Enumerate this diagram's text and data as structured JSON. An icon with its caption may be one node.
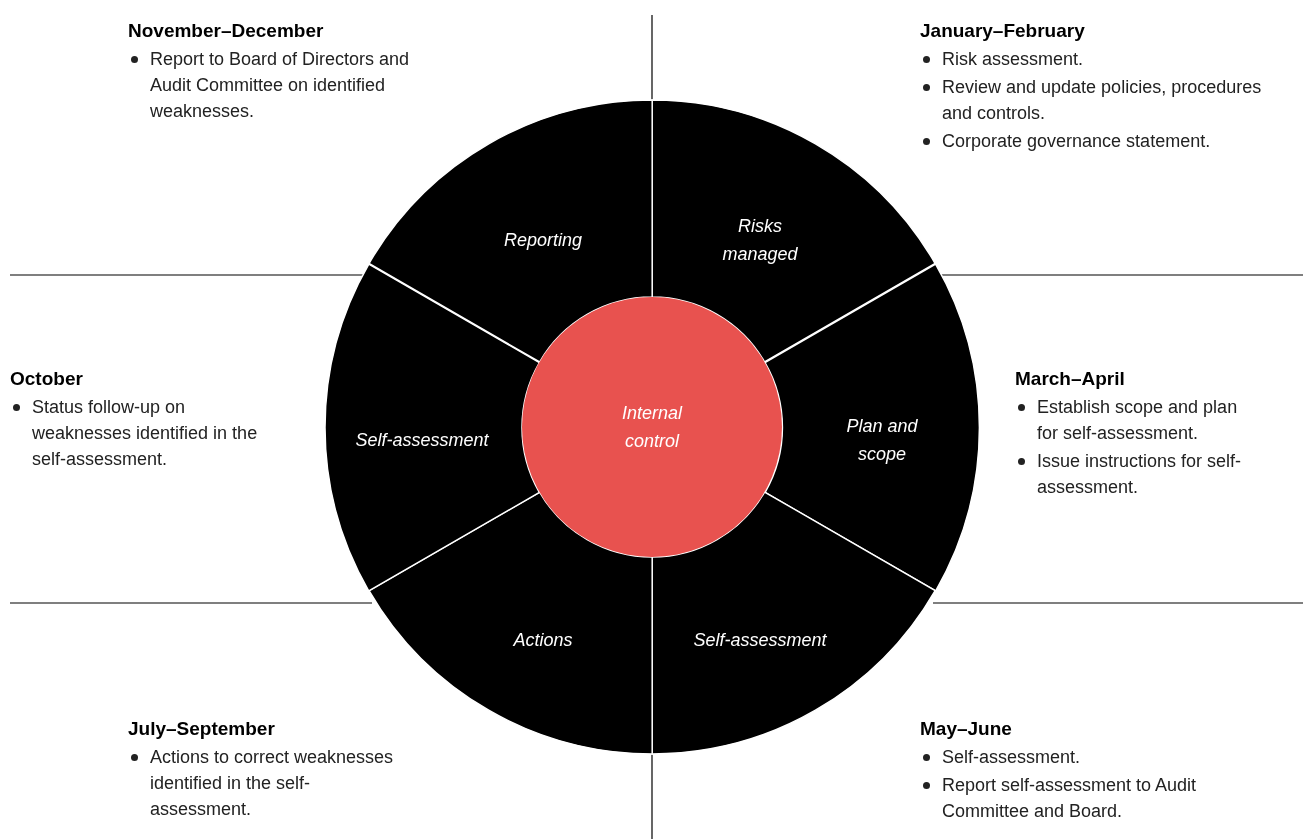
{
  "diagram": {
    "nodes": [
      {
        "text": [
          "Internal control"
        ]
      },
      {
        "text": [
          "Risks managed"
        ]
      },
      {
        "text": [
          "Plan and scope"
        ]
      },
      {
        "text": [
          "Self-assessment"
        ]
      },
      {
        "text": [
          "Actions"
        ]
      },
      {
        "text": [
          "Self-assessment"
        ]
      },
      {
        "text": [
          "Reporting"
        ]
      }
    ],
    "labels": [
      "November–December",
      "Report to Board of Directors and Audit Committee on identified weaknesses.",
      "January–February",
      "Risk assessment.",
      "Review and update policies, procedures and controls.",
      "Corporate governance statement.",
      "October",
      "Status follow-up on weaknesses identified in the self-assessment.",
      "March–April",
      "Establish scope and plan for self-assessment.",
      "Issue instructions for self-assessment.",
      "July–September",
      "Actions to correct weaknesses identified in the self-assessment.",
      "May–June",
      "Self-assessment.",
      "Report self-assessment to Audit Committee and Board."
    ]
  }
}
